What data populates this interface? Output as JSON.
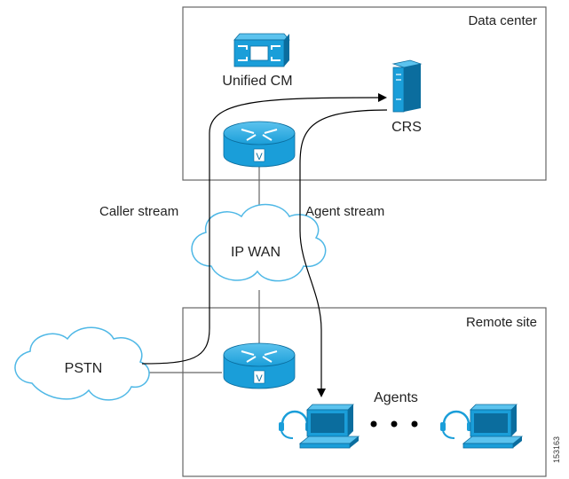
{
  "diagram": {
    "zones": {
      "data_center": "Data center",
      "remote_site": "Remote site"
    },
    "nodes": {
      "unified_cm": "Unified CM",
      "crs": "CRS",
      "ip_wan": "IP WAN",
      "pstn": "PSTN",
      "agents": "Agents"
    },
    "streams": {
      "caller": "Caller stream",
      "agent": "Agent stream"
    },
    "figure_id": "153163"
  },
  "colors": {
    "device_blue": "#1a9ed9",
    "device_dark": "#0b6d9e",
    "cloud_stroke": "#4fb8e6",
    "line": "#666666",
    "arrow": "#000000"
  },
  "icons": [
    "unified-cm-icon",
    "server-icon",
    "router-icon",
    "cloud-icon",
    "headset-icon",
    "computer-icon"
  ]
}
